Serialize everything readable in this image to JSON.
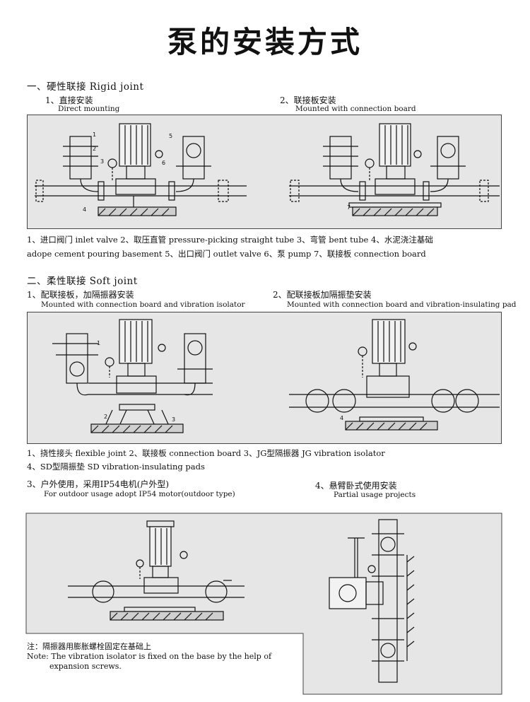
{
  "page_title": "泵的安装方式",
  "section1": {
    "heading": "一、硬性联接 Rigid joint",
    "left_cn": "1、直接安装",
    "left_en": "Direct mounting",
    "right_cn": "2、联接板安装",
    "right_en": "Mounted with connection board",
    "legend_line1": "1、进口阀门 inlet valve   2、取压直管 pressure-picking straight tube   3、弯管 bent tube   4、水泥浇注基础",
    "legend_line2": "adope cement pouring basement    5、出口阀门 outlet valve   6、泵 pump    7、联接板 connection board",
    "callouts_left": [
      "1",
      "2",
      "3",
      "4",
      "5",
      "6"
    ],
    "callouts_right": [
      "7"
    ]
  },
  "section2": {
    "heading": "二、柔性联接 Soft joint",
    "left_cn": "1、配联接板，加隔振器安装",
    "left_en": "Mounted with connection board and vibration isolator",
    "right_cn": "2、配联接板加隔振垫安装",
    "right_en": "Mounted with connection board and vibration-insulating pad",
    "legend_line1": "1、挠性接头 flexible joint    2、联接板 connection board    3、JG型隔振器 JG vibration isolator",
    "legend_line2": "4、SD型隔振垫 SD vibration-insulating pads",
    "callouts_left": [
      "1",
      "2",
      "3"
    ],
    "callouts_right": [
      "4"
    ]
  },
  "section3": {
    "left_cn": "3、户外使用，采用IP54电机(户外型)",
    "left_en": "For outdoor usage adopt IP54 motor(outdoor type)",
    "right_cn": "4、悬臂卧式使用安装",
    "right_en": "Partial usage projects"
  },
  "note": {
    "cn": "注：隔振器用膨胀螺栓固定在基础上",
    "en_line1": "Note: The vibration isolator is fixed on the base by the help of",
    "en_line2": "expansion screws."
  }
}
